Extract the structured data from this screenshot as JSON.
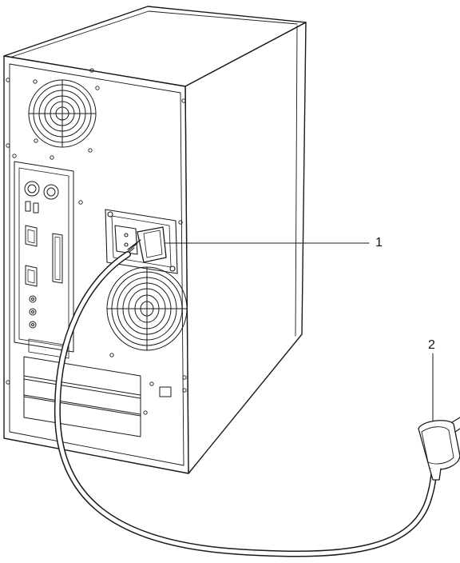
{
  "callouts": [
    {
      "id": "1",
      "text": "1"
    },
    {
      "id": "2",
      "text": "2"
    }
  ],
  "colors": {
    "line": "#1a1a1a",
    "fill": "#ffffff"
  }
}
